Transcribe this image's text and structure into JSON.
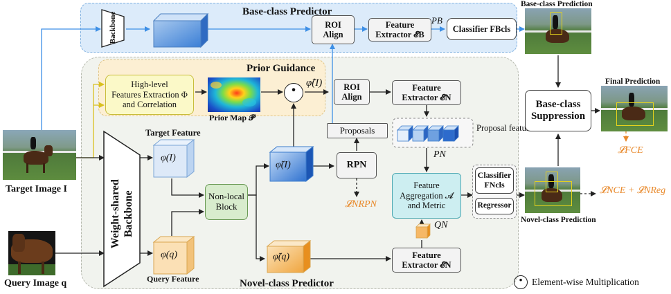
{
  "base_predictor": {
    "title": "Base-class Predictor",
    "backbone": "Backbone",
    "roi_align": "ROI Align",
    "feature_extractor": "Feature Extractor 𝓔B",
    "p_label": "PB",
    "classifier": "Classifier FBcls"
  },
  "prior_guidance": {
    "title": "Prior Guidance",
    "extraction": [
      "High-level",
      "Features Extraction Φ",
      "and Correlation"
    ],
    "prior_map_label": "Prior Map 𝓟",
    "phi_hat_label": "φ̂(I)",
    "multiply_symbol": "·"
  },
  "novel_predictor": {
    "title": "Novel-class Predictor",
    "backbone": "Weight-shared Backbone",
    "target_feature_title": "Target Feature",
    "target_feature": "φ(I)",
    "query_feature": "φ(q)",
    "query_feature_title": "Query Feature",
    "nonlocal": "Non-local Block",
    "phi_tilde_I": "φ̃(I)",
    "phi_tilde_q": "φ̃(q)",
    "rpn": "RPN",
    "rpn_loss": "𝓛NRPN",
    "proposals": "Proposals",
    "roi_align": "ROI Align",
    "feature_extractor_top": "Feature Extractor 𝓔N",
    "proposal_features": "Proposal features",
    "pn": "PN",
    "aggregation": [
      "Feature",
      "Aggregation 𝓐",
      "and Metric"
    ],
    "qn": "QN",
    "feature_extractor_bottom": "Feature Extractor 𝓔N",
    "classifier": "Classifier FNcls",
    "regressor": "Regressor"
  },
  "inputs": {
    "target_image": "Target Image I",
    "query_image": "Query Image q"
  },
  "outputs": {
    "base_prediction": "Base-class Prediction",
    "suppression": "Base-class Suppression",
    "final_prediction": "Final Prediction",
    "final_loss": "𝓛FCE",
    "novel_prediction": "Novel-class Prediction",
    "novel_loss": "𝓛NCE + 𝓛NReg"
  },
  "legend": {
    "symbol": "·",
    "label": "Element-wise Multiplication"
  },
  "colors": {
    "blue_region": "#dcebfa",
    "yellow_region": "#fcefd3",
    "gray_region": "#f1f3ee",
    "arrow_blue": "#3d8fe6",
    "arrow_yellow": "#d9c11e",
    "loss_orange": "#e8892b"
  }
}
